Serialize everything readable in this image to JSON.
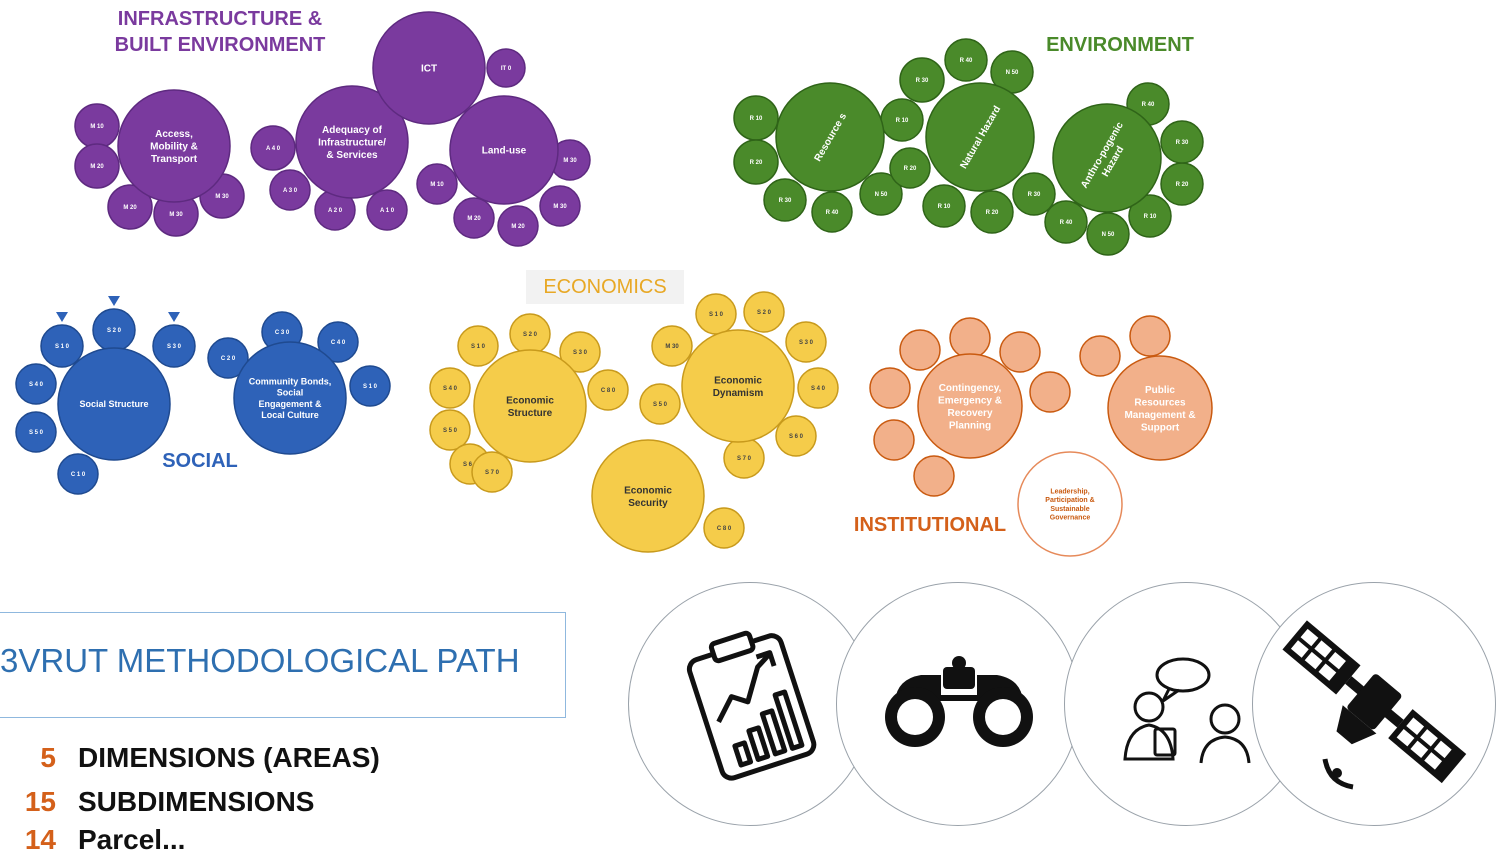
{
  "groups": {
    "infrastructure": {
      "title": "INFRASTRUCTURE & BUILT ENVIRONMENT",
      "color": "#7a3a9e",
      "subdimensions": [
        "Access, Mobility & Transport",
        "Adequacy of Infrastructure/ & Services",
        "ICT",
        "Land-use"
      ]
    },
    "environment": {
      "title": "ENVIRONMENT",
      "color": "#4a8a2a",
      "subdimensions": [
        "Resource s",
        "Natural Hazard",
        "Anthro-pogenic Hazard"
      ]
    },
    "social": {
      "title": "SOCIAL",
      "color": "#2e62b8",
      "subdimensions": [
        "Social Structure",
        "Community Bonds, Social Engagement & Local Culture"
      ]
    },
    "economics": {
      "title": "ECONOMICS",
      "color": "#f5cc4a",
      "subdimensions": [
        "Economic Structure",
        "Economic Dynamism",
        "Economic Security"
      ]
    },
    "institutional": {
      "title": "INSTITUTIONAL",
      "color": "#c95a10",
      "subdimensions": [
        "Contingency, Emergency & Recovery Planning",
        "Public Resources Management & Support",
        "Leadership, Participation & Sustainable Governance"
      ]
    }
  },
  "indicator_bubbles": {
    "infrastructure": [
      "M 10",
      "M 20",
      "M 20",
      "M 30",
      "M 30",
      "A 4 0",
      "A 3 0",
      "A 2 0",
      "A 1 0",
      "IT 0"
    ],
    "environment": [
      "R 10",
      "R 20",
      "R 30",
      "R 40",
      "N 50"
    ],
    "social": [
      "S 1 0",
      "S 2 0",
      "S 3 0",
      "S 4 0",
      "S 5 0",
      "C 1 0",
      "C 2 0",
      "C 3 0",
      "C 4 0"
    ],
    "economics": [
      "S 1 0",
      "S 2 0",
      "S 3 0",
      "S 4 0",
      "S 5 0",
      "S 6 0",
      "S 7 0",
      "C 8 0",
      "M 30"
    ]
  },
  "methodology": {
    "title": "3VRUT METHODOLOGICAL PATH",
    "stats": [
      {
        "num": "5",
        "label": "DIMENSIONS (AREAS)"
      },
      {
        "num": "15",
        "label": "SUBDIMENSIONS"
      },
      {
        "num": "14",
        "label": "Parcel..."
      }
    ]
  },
  "tool_icons": [
    "report-chart-icon",
    "binoculars-icon",
    "interview-icon",
    "satellite-icon"
  ]
}
